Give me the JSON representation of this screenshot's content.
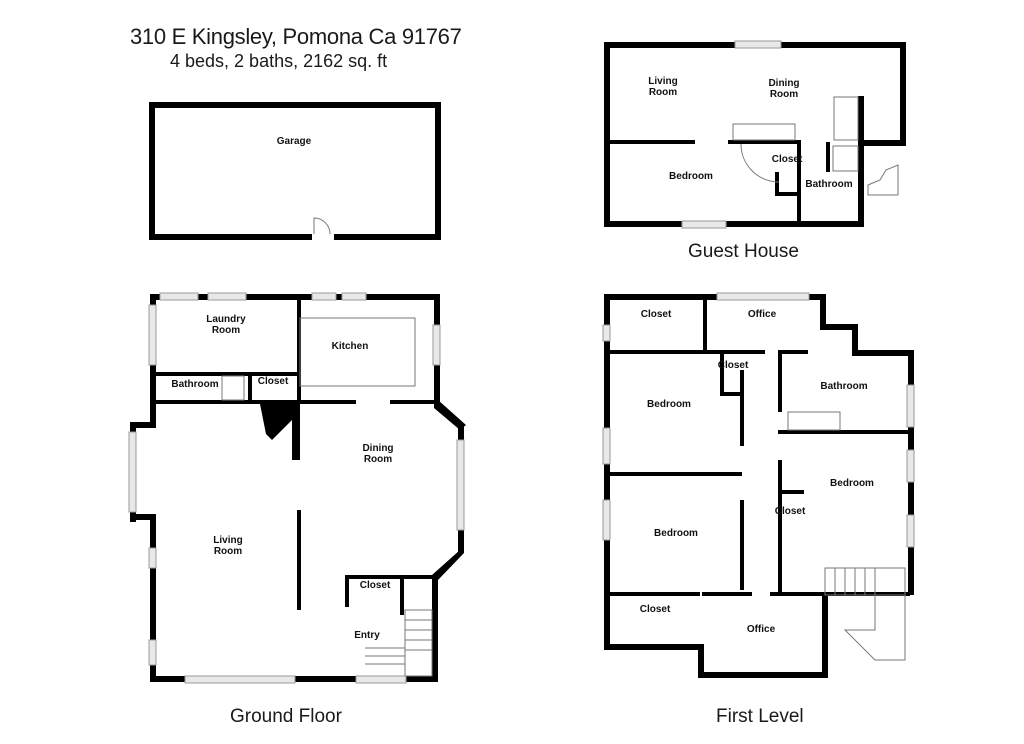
{
  "header": {
    "address": "310 E Kingsley, Pomona Ca 91767",
    "summary": "4 beds, 2 baths, 2162 sq. ft"
  },
  "plans": {
    "garage": {
      "rooms": [
        "Garage"
      ]
    },
    "guest_house": {
      "title": "Guest House",
      "rooms": [
        "Living Room",
        "Dining Room",
        "Closet",
        "Bedroom",
        "Bathroom"
      ]
    },
    "ground_floor": {
      "title": "Ground Floor",
      "rooms": [
        "Laundry Room",
        "Kitchen",
        "Bathroom",
        "Closet",
        "Dining Room",
        "Living Room",
        "Closet",
        "Entry"
      ]
    },
    "first_level": {
      "title": "First Level",
      "rooms": [
        "Closet",
        "Office",
        "Closet",
        "Bathroom",
        "Bedroom",
        "Bedroom",
        "Closet",
        "Bedroom",
        "Closet",
        "Office"
      ]
    }
  },
  "labels": {
    "garage": "Garage",
    "gh_living": [
      "Living",
      "Room"
    ],
    "gh_dining": [
      "Dining",
      "Room"
    ],
    "gh_closet": "Closet",
    "gh_bedroom": "Bedroom",
    "gh_bathroom": "Bathroom",
    "gf_laundry": [
      "Laundry",
      "Room"
    ],
    "gf_kitchen": "Kitchen",
    "gf_bathroom": "Bathroom",
    "gf_closet1": "Closet",
    "gf_dining": [
      "Dining",
      "Room"
    ],
    "gf_living": [
      "Living",
      "Room"
    ],
    "gf_closet2": "Closet",
    "gf_entry": "Entry",
    "fl_closet1": "Closet",
    "fl_office1": "Office",
    "fl_closet2": "Closet",
    "fl_bathroom": "Bathroom",
    "fl_bedroom1": "Bedroom",
    "fl_bedroom2": "Bedroom",
    "fl_closet3": "Closet",
    "fl_bedroom3": "Bedroom",
    "fl_closet4": "Closet",
    "fl_office2": "Office"
  }
}
